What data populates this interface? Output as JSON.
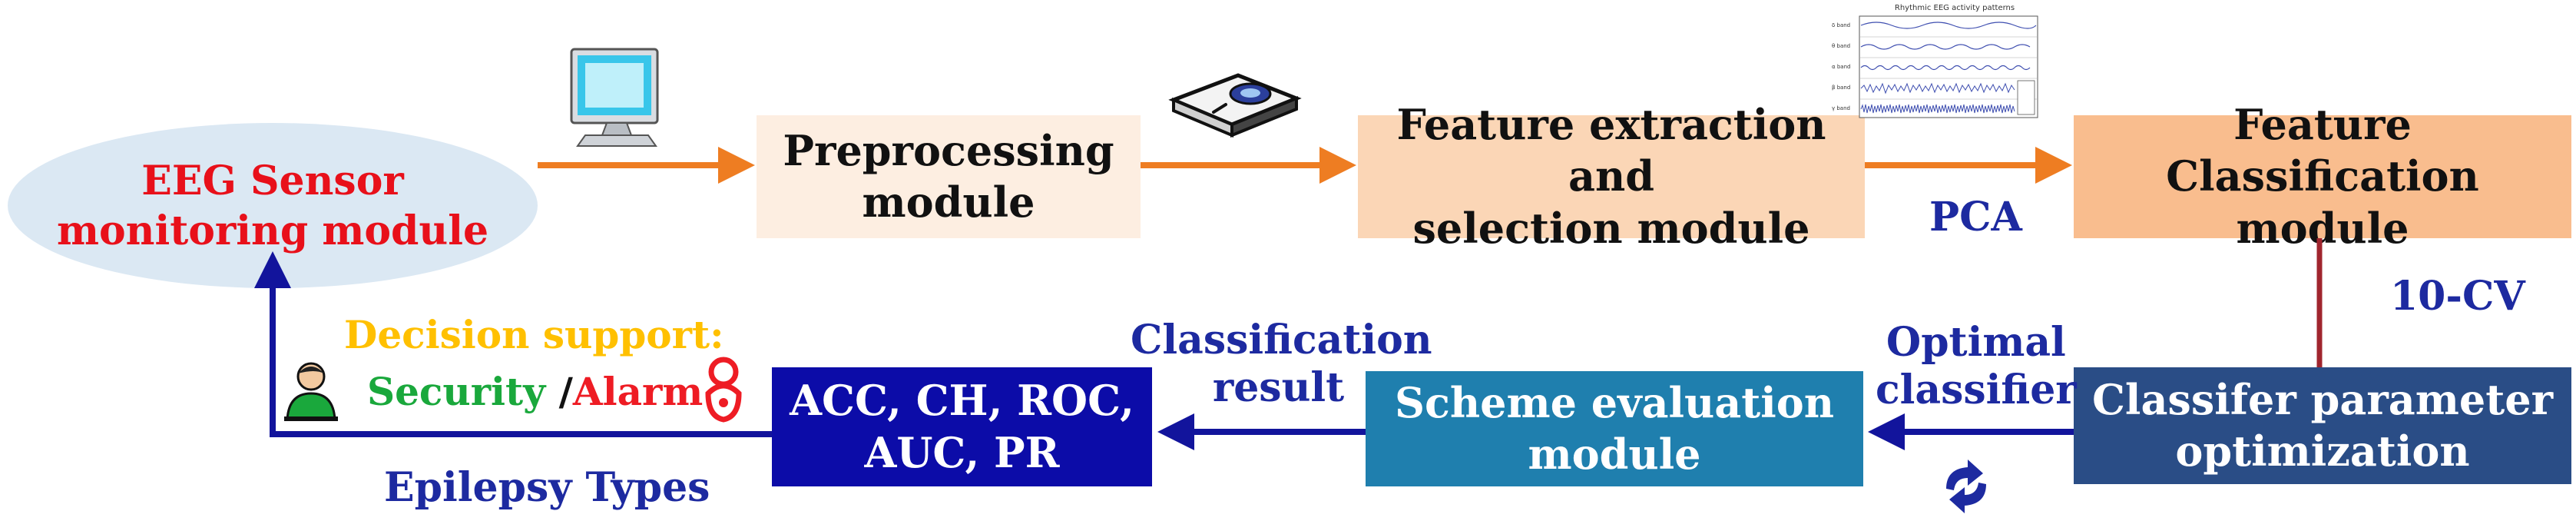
{
  "modules": {
    "eeg_sensor": {
      "line1": "EEG Sensor",
      "line2": "monitoring module"
    },
    "preprocessing": {
      "line1": "Preprocessing",
      "line2": "module"
    },
    "feature_extraction": {
      "line1": "Feature extraction and",
      "line2": "selection module"
    },
    "feature_classification": {
      "line1": "Feature Classification",
      "line2": "module"
    },
    "classifier_optimization": {
      "line1": "Classifer parameter",
      "line2": "optimization"
    },
    "scheme_evaluation": {
      "line1": "Scheme evaluation",
      "line2": "module"
    },
    "metrics": {
      "line1": "ACC, CH, ROC,",
      "line2": "AUC, PR"
    }
  },
  "labels": {
    "pca": "PCA",
    "cv": "10-CV",
    "optimal_classifier_1": "Optimal",
    "optimal_classifier_2": "classifier",
    "classification_result_1": "Classification",
    "classification_result_2": "result",
    "decision_support": "Decision support:",
    "security": "Security",
    "separator": " /",
    "alarm": "Alarm",
    "epilepsy_types": "Epilepsy Types"
  },
  "eeg_plot": {
    "title": "Rhythmic EEG activity patterns",
    "bands": [
      "δ band",
      "θ band",
      "α band",
      "β band",
      "γ band"
    ]
  },
  "icons": [
    "monitor-icon",
    "scanner-icon",
    "eeg-plot-thumbnail",
    "user-security-icon",
    "alarm-icon",
    "refresh-arrows-icon"
  ],
  "colors": {
    "eeg_ellipse": "#dbe8f3",
    "eeg_text": "#e8101a",
    "preprocessing": "#fdeee1",
    "feature_extraction": "#fbd6b6",
    "feature_classification": "#f9bd8e",
    "optimization": "#2a4d86",
    "evaluation": "#1f7fae",
    "metrics": "#0c0ca8",
    "orange_arrow": "#ee7d22",
    "blue_arrow": "#12149c",
    "cv_line": "#a0252e",
    "label_blue": "#1d2aa0",
    "decision_yellow": "#ffc000",
    "security_green": "#1aa83c",
    "alarm_red": "#ee1c24"
  }
}
